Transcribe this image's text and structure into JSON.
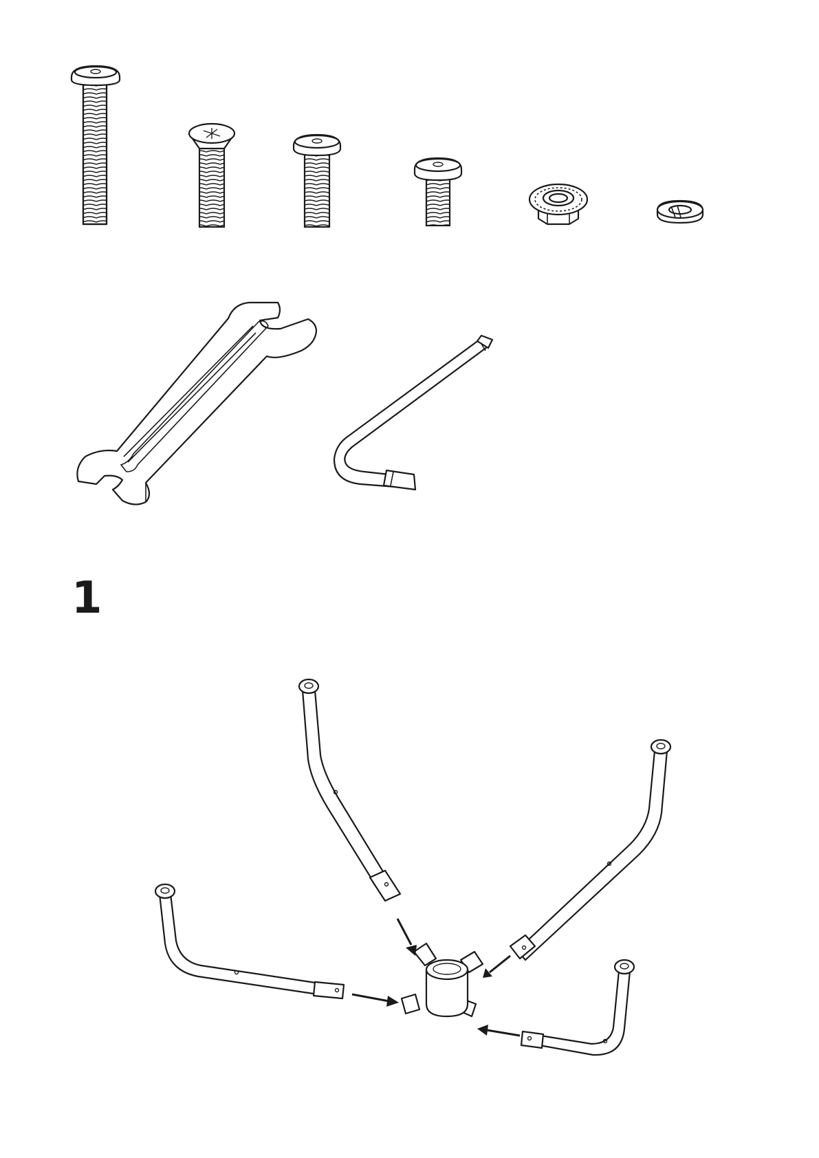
{
  "step": {
    "number": "1"
  },
  "parts": [
    {
      "name": "long-bolt"
    },
    {
      "name": "phillips-countersunk-screw"
    },
    {
      "name": "medium-bolt"
    },
    {
      "name": "short-bolt"
    },
    {
      "name": "serrated-flange-nut"
    },
    {
      "name": "split-lock-washer"
    }
  ],
  "tools": [
    {
      "name": "open-end-wrench"
    },
    {
      "name": "allen-key"
    }
  ]
}
